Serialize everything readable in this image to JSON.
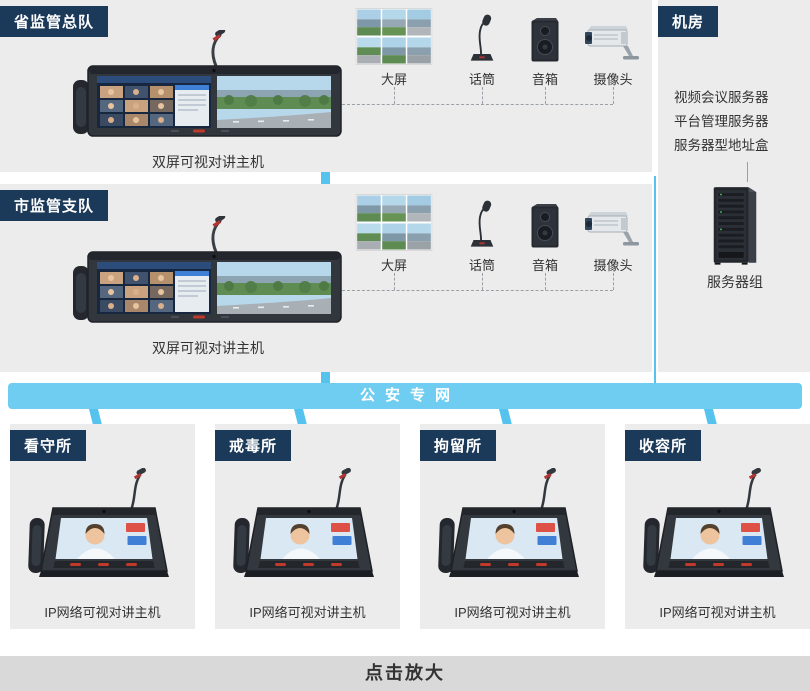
{
  "sections": {
    "provincial": {
      "title": "省监管总队",
      "device_label": "双屏可视对讲主机",
      "peripherals": [
        {
          "label": "大屏",
          "icon": "video-wall-icon"
        },
        {
          "label": "话筒",
          "icon": "microphone-icon"
        },
        {
          "label": "音箱",
          "icon": "speaker-icon"
        },
        {
          "label": "摄像头",
          "icon": "cctv-camera-icon"
        }
      ]
    },
    "municipal": {
      "title": "市监管支队",
      "device_label": "双屏可视对讲主机",
      "peripherals": [
        {
          "label": "大屏",
          "icon": "video-wall-icon"
        },
        {
          "label": "话筒",
          "icon": "microphone-icon"
        },
        {
          "label": "音箱",
          "icon": "speaker-icon"
        },
        {
          "label": "摄像头",
          "icon": "cctv-camera-icon"
        }
      ]
    },
    "machine_room": {
      "title": "机房",
      "servers": [
        "视频会议服务器",
        "平台管理服务器",
        "服务器型地址盒"
      ],
      "rack_label": "服务器组",
      "rack_icon": "server-rack-icon"
    }
  },
  "network": {
    "label": "公安专网"
  },
  "stations": [
    {
      "title": "看守所",
      "device_label": "IP网络可视对讲主机",
      "icon": "ip-intercom-device-icon"
    },
    {
      "title": "戒毒所",
      "device_label": "IP网络可视对讲主机",
      "icon": "ip-intercom-device-icon"
    },
    {
      "title": "拘留所",
      "device_label": "IP网络可视对讲主机",
      "icon": "ip-intercom-device-icon"
    },
    {
      "title": "收容所",
      "device_label": "IP网络可视对讲主机",
      "icon": "ip-intercom-device-icon"
    }
  ],
  "footer": {
    "label": "点击放大"
  },
  "colors": {
    "header_bg": "#1b3a5a",
    "panel_bg": "#ececec",
    "network_bar": "#6fcdf1",
    "connector": "#55c3ee",
    "footer_bg": "#d9d9d9",
    "accent_red": "#c0392b"
  }
}
